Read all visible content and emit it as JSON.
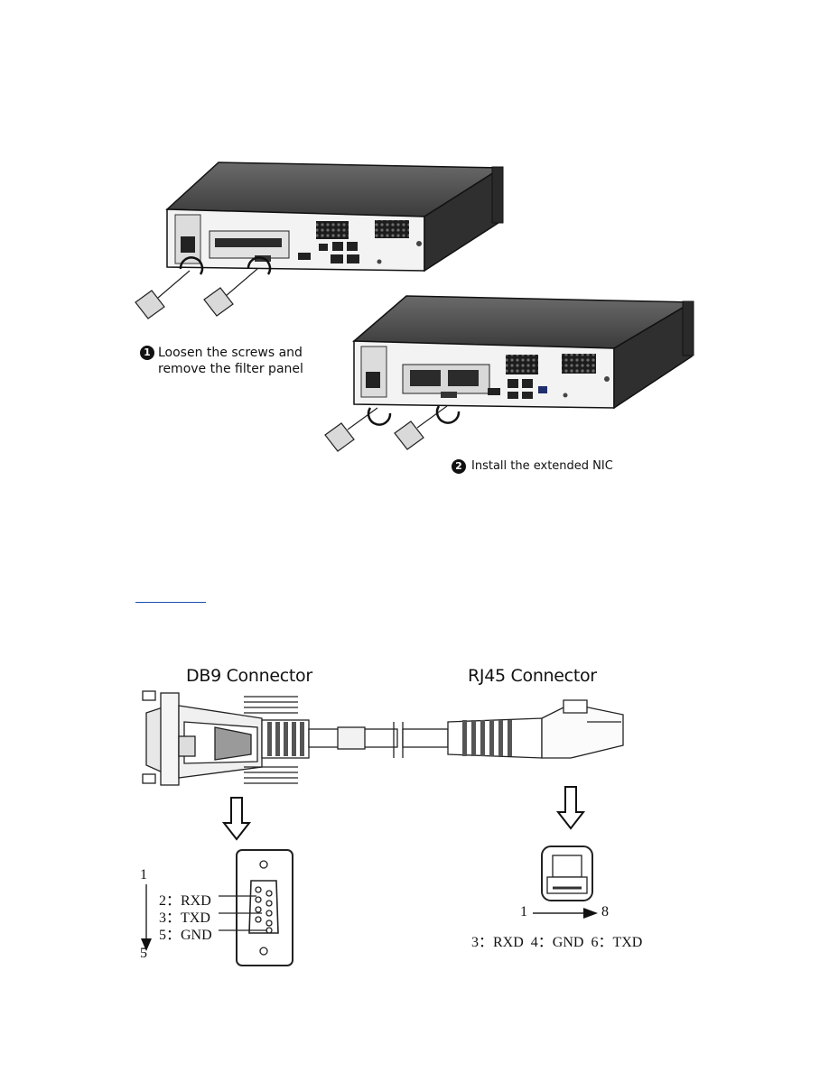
{
  "figure1": {
    "step1_number": "1",
    "step1_line1": "Loosen the screws and",
    "step1_line2": "remove the filter panel",
    "step2_number": "2",
    "step2_text": "Install the extended NIC"
  },
  "figure2": {
    "db9_title": "DB9 Connector",
    "rj45_title": "RJ45 Connector",
    "db9_pins": {
      "start": "1",
      "end": "5",
      "rxd": "2：RXD",
      "txd": "3：TXD",
      "gnd": "5：GND"
    },
    "rj45_pins": {
      "start": "1",
      "end": "8",
      "mapping": "3：RXD  4：GND  6：TXD"
    }
  }
}
